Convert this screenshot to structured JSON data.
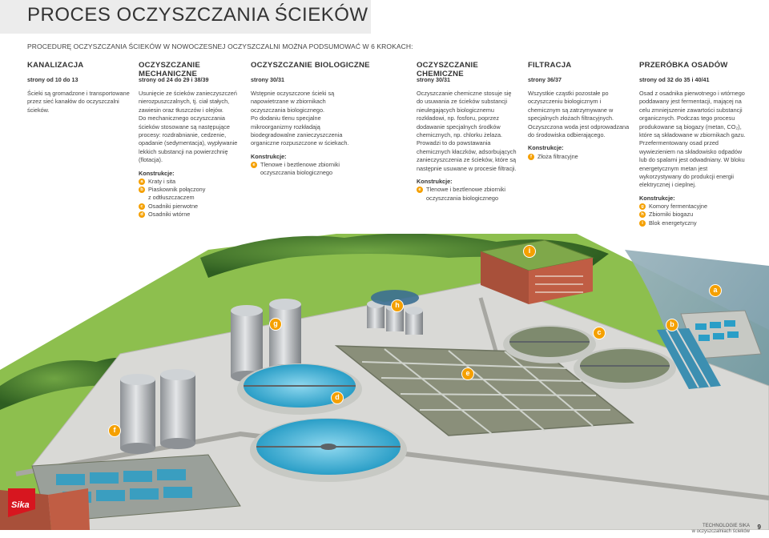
{
  "page": {
    "title": "PROCES OCZYSZCZANIA ŚCIEKÓW",
    "intro": "PROCEDURĘ OCZYSZCZANIA ŚCIEKÓW W NOWOCZESNEJ OCZYSZCZALNI MOŻNA PODSUMOWAĆ W 6 KROKACH:"
  },
  "konstrukcje_label": "Konstrukcje:",
  "columns": [
    {
      "head": "KANALIZACJA",
      "pages": "strony od 10 do 13",
      "paragraphs": [
        "Ścieki są gromadzone i transportowane przez sieć kanałów do oczyszczalni ścieków."
      ],
      "items": []
    },
    {
      "head": "OCZYSZCZANIE MECHANICZNE",
      "pages": "strony od 24 do 29 i 38/39",
      "paragraphs": [
        "Usunięcie ze ścieków zanieczyszczeń nierozpuszczalnych, tj. ciał stałych, zawiesin oraz tłuszczów i olejów.",
        "Do mechanicznego oczyszczania ścieków stosowane są następujące procesy: rozdrabnianie, cedzenie, opadanie (sedymentacja), wypływanie lekkich substancji na powierzchnię (flotacja)."
      ],
      "items": [
        {
          "badge": "a",
          "text": "Kraty i sita"
        },
        {
          "badge": "b",
          "text": "Piaskownik połączony"
        },
        {
          "badge": "",
          "text": "z odtłuszczaczem"
        },
        {
          "badge": "c",
          "text": "Osadniki pierwotne"
        },
        {
          "badge": "d",
          "text": "Osadniki wtórne"
        }
      ]
    },
    {
      "head": "OCZYSZCZANIE BIOLOGICZNE",
      "pages": "strony 30/31",
      "paragraphs": [
        "Wstępnie oczyszczone ścieki są napowietrzane w zbiornikach oczyszczania biologicznego.",
        "Po dodaniu tlenu specjalne mikroorganizmy rozkładają biodegradowalne zanieczyszczenia organiczne rozpuszczone w ściekach."
      ],
      "items": [
        {
          "badge": "e",
          "text": "Tlenowe i beztlenowe zbiorniki"
        },
        {
          "badge": "",
          "text": "oczyszczania biologicznego"
        }
      ]
    },
    {
      "head": "OCZYSZCZANIE CHEMICZNE",
      "pages": "strony 30/31",
      "paragraphs": [
        "Oczyszczanie chemiczne stosuje się do usuwania ze ścieków substancji nieulegających biologicznemu rozkładowi, np. fosforu, poprzez dodawanie specjalnych środków chemicznych, np. chlorku żelaza. Prowadzi to do powstawania chemicznych kłaczków, adsorbujących zanieczyszczenia ze ścieków, które są następnie usuwane w procesie filtracji."
      ],
      "items": [
        {
          "badge": "e",
          "text": "Tlenowe i beztlenowe zbiorniki"
        },
        {
          "badge": "",
          "text": "oczyszczania biologicznego"
        }
      ]
    },
    {
      "head": "FILTRACJA",
      "pages": "strony 36/37",
      "paragraphs": [
        "Wszystkie cząstki pozostałe po oczyszczeniu biologicznym i chemicznym są zatrzymywane w specjalnych złożach filtracyjnych. Oczyszczona woda jest odprowadzana do środowiska odbierającego."
      ],
      "items": [
        {
          "badge": "f",
          "text": "Złoża filtracyjne"
        }
      ]
    },
    {
      "head": "PRZERÓBKA OSADÓW",
      "pages": "strony od 32 do 35 i 40/41",
      "paragraphs": [
        "Osad z osadnika pierwotnego i wtórnego poddawany jest fermentacji, mającej na celu zmniejszenie zawartości substancji organicznych. Podczas tego procesu produkowane są biogazy (metan, CO₂), które są składowane w zbiornikach gazu. Przefermentowany osad przed wywiezieniem na składowisko odpadów lub do spalarni jest odwadniany. W bloku energetycznym metan jest wykorzystywany do produkcji energii elektrycznej i cieplnej."
      ],
      "items": [
        {
          "badge": "g",
          "text": "Komory fermentacyjne"
        },
        {
          "badge": "h",
          "text": "Zbiorniki biogazu"
        },
        {
          "badge": "i",
          "text": "Blok energetyczny"
        }
      ]
    }
  ],
  "illustration": {
    "markers": [
      "i",
      "h",
      "g",
      "a",
      "c",
      "b",
      "e",
      "d",
      "f"
    ],
    "logo_text": "Sika",
    "colors": {
      "accent": "#f5a000",
      "water_blue": "#3fb4d8",
      "grass": "#8dbf4e",
      "concrete": "#d9d9d6",
      "brand_red": "#d7161f"
    }
  },
  "footer": {
    "line1": "TECHNOLOGIE SIKA",
    "line2": "w oczyszczalniach ścieków",
    "page_number": "9"
  }
}
